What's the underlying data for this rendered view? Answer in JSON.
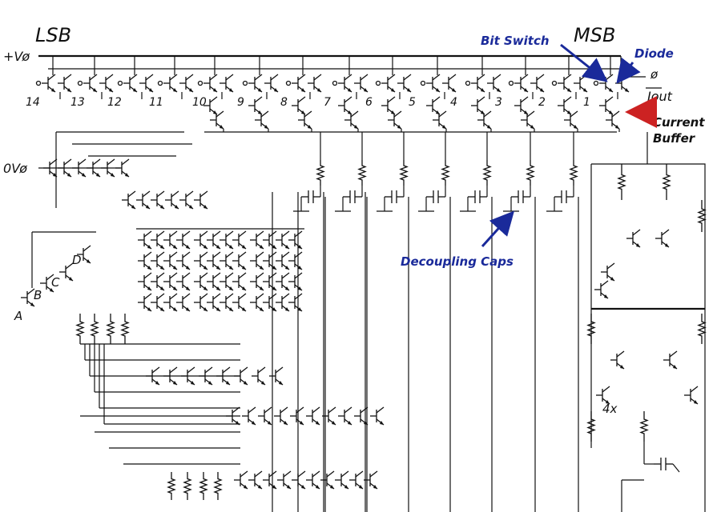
{
  "header": {
    "lsb": "LSB",
    "msb": "MSB"
  },
  "rails": {
    "vplus": "+Vø",
    "zero": "0Vø"
  },
  "bit_numbers": [
    "14",
    "13",
    "12",
    "11",
    "10",
    "9",
    "8",
    "7",
    "6",
    "5",
    "4",
    "3",
    "2",
    "1"
  ],
  "output": {
    "phi": "ø",
    "iout": "Iout"
  },
  "control": {
    "a": "A",
    "b": "B",
    "c": "C",
    "d": "D"
  },
  "multiplier": "4x",
  "annotations": {
    "bit_switch": "Bit Switch",
    "diode": "Diode",
    "current_buffer_line1": "Current",
    "current_buffer_line2": "Buffer",
    "decoupling_caps": "Decoupling Caps"
  },
  "colors": {
    "annotation_blue": "#1a2a9a",
    "annotation_red": "#cc2222",
    "ink": "#111111"
  }
}
